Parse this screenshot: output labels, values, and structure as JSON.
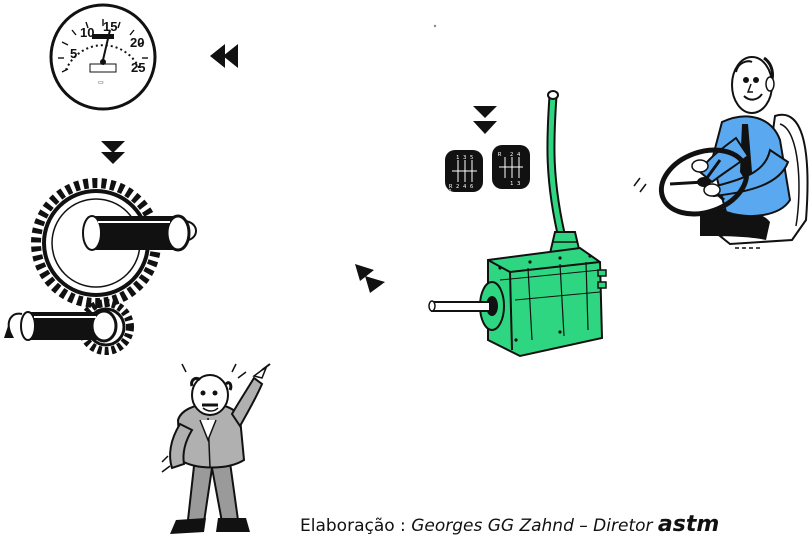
{
  "speedometer": {
    "labels": [
      "5",
      "10",
      "15",
      "20",
      "25"
    ]
  },
  "gear_patterns": {
    "left": [
      "1",
      "3",
      "5",
      "R",
      "2",
      "4",
      "6"
    ],
    "right": [
      "R",
      "2",
      "4",
      "1",
      "3"
    ]
  },
  "credit": {
    "prefix": "Elaboração : ",
    "author": "Georges GG Zahnd – Diretor",
    "brand": "astm"
  },
  "colors": {
    "gearbox": "#2fd682",
    "shirt": "#5aa9f0",
    "ink": "#111111"
  }
}
